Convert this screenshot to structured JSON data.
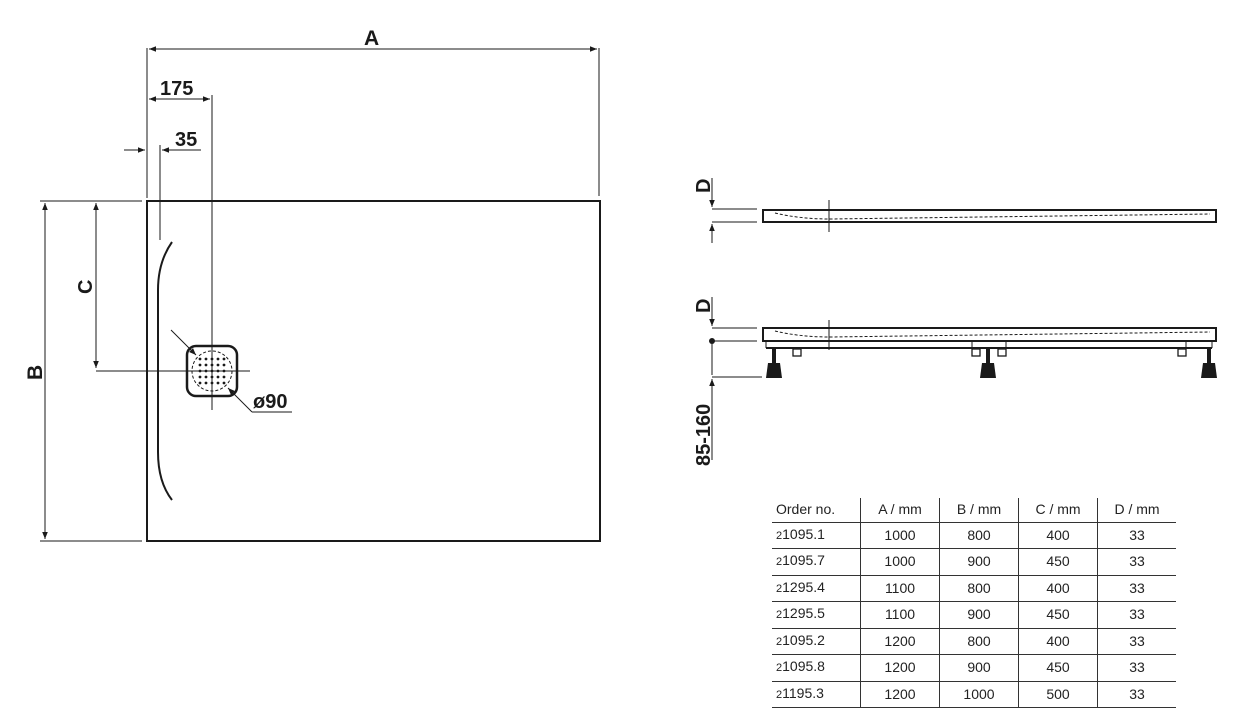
{
  "plan_view": {
    "labels": {
      "width": "A",
      "length": "B",
      "drain_offset": "C",
      "drain_center_from_edge": "175",
      "rim_offset": "35",
      "drain_diameter": "ø90"
    }
  },
  "side_views": {
    "flat": {
      "thickness_label": "D"
    },
    "with_feet": {
      "thickness_label": "D",
      "feet_height_label": "85-160"
    }
  },
  "spec_table": {
    "headers": [
      "Order no.",
      "A / mm",
      "B / mm",
      "C / mm",
      "D / mm"
    ],
    "rows": [
      {
        "prefix": "2",
        "order": "1095.1",
        "a": "1000",
        "b": "800",
        "c": "400",
        "d": "33"
      },
      {
        "prefix": "2",
        "order": "1095.7",
        "a": "1000",
        "b": "900",
        "c": "450",
        "d": "33"
      },
      {
        "prefix": "2",
        "order": "1295.4",
        "a": "1100",
        "b": "800",
        "c": "400",
        "d": "33"
      },
      {
        "prefix": "2",
        "order": "1295.5",
        "a": "1100",
        "b": "900",
        "c": "450",
        "d": "33"
      },
      {
        "prefix": "2",
        "order": "1095.2",
        "a": "1200",
        "b": "800",
        "c": "400",
        "d": "33"
      },
      {
        "prefix": "2",
        "order": "1095.8",
        "a": "1200",
        "b": "900",
        "c": "450",
        "d": "33"
      },
      {
        "prefix": "2",
        "order": "1195.3",
        "a": "1200",
        "b": "1000",
        "c": "500",
        "d": "33"
      }
    ]
  },
  "colors": {
    "line": "#1a1a1a",
    "background": "#ffffff"
  }
}
